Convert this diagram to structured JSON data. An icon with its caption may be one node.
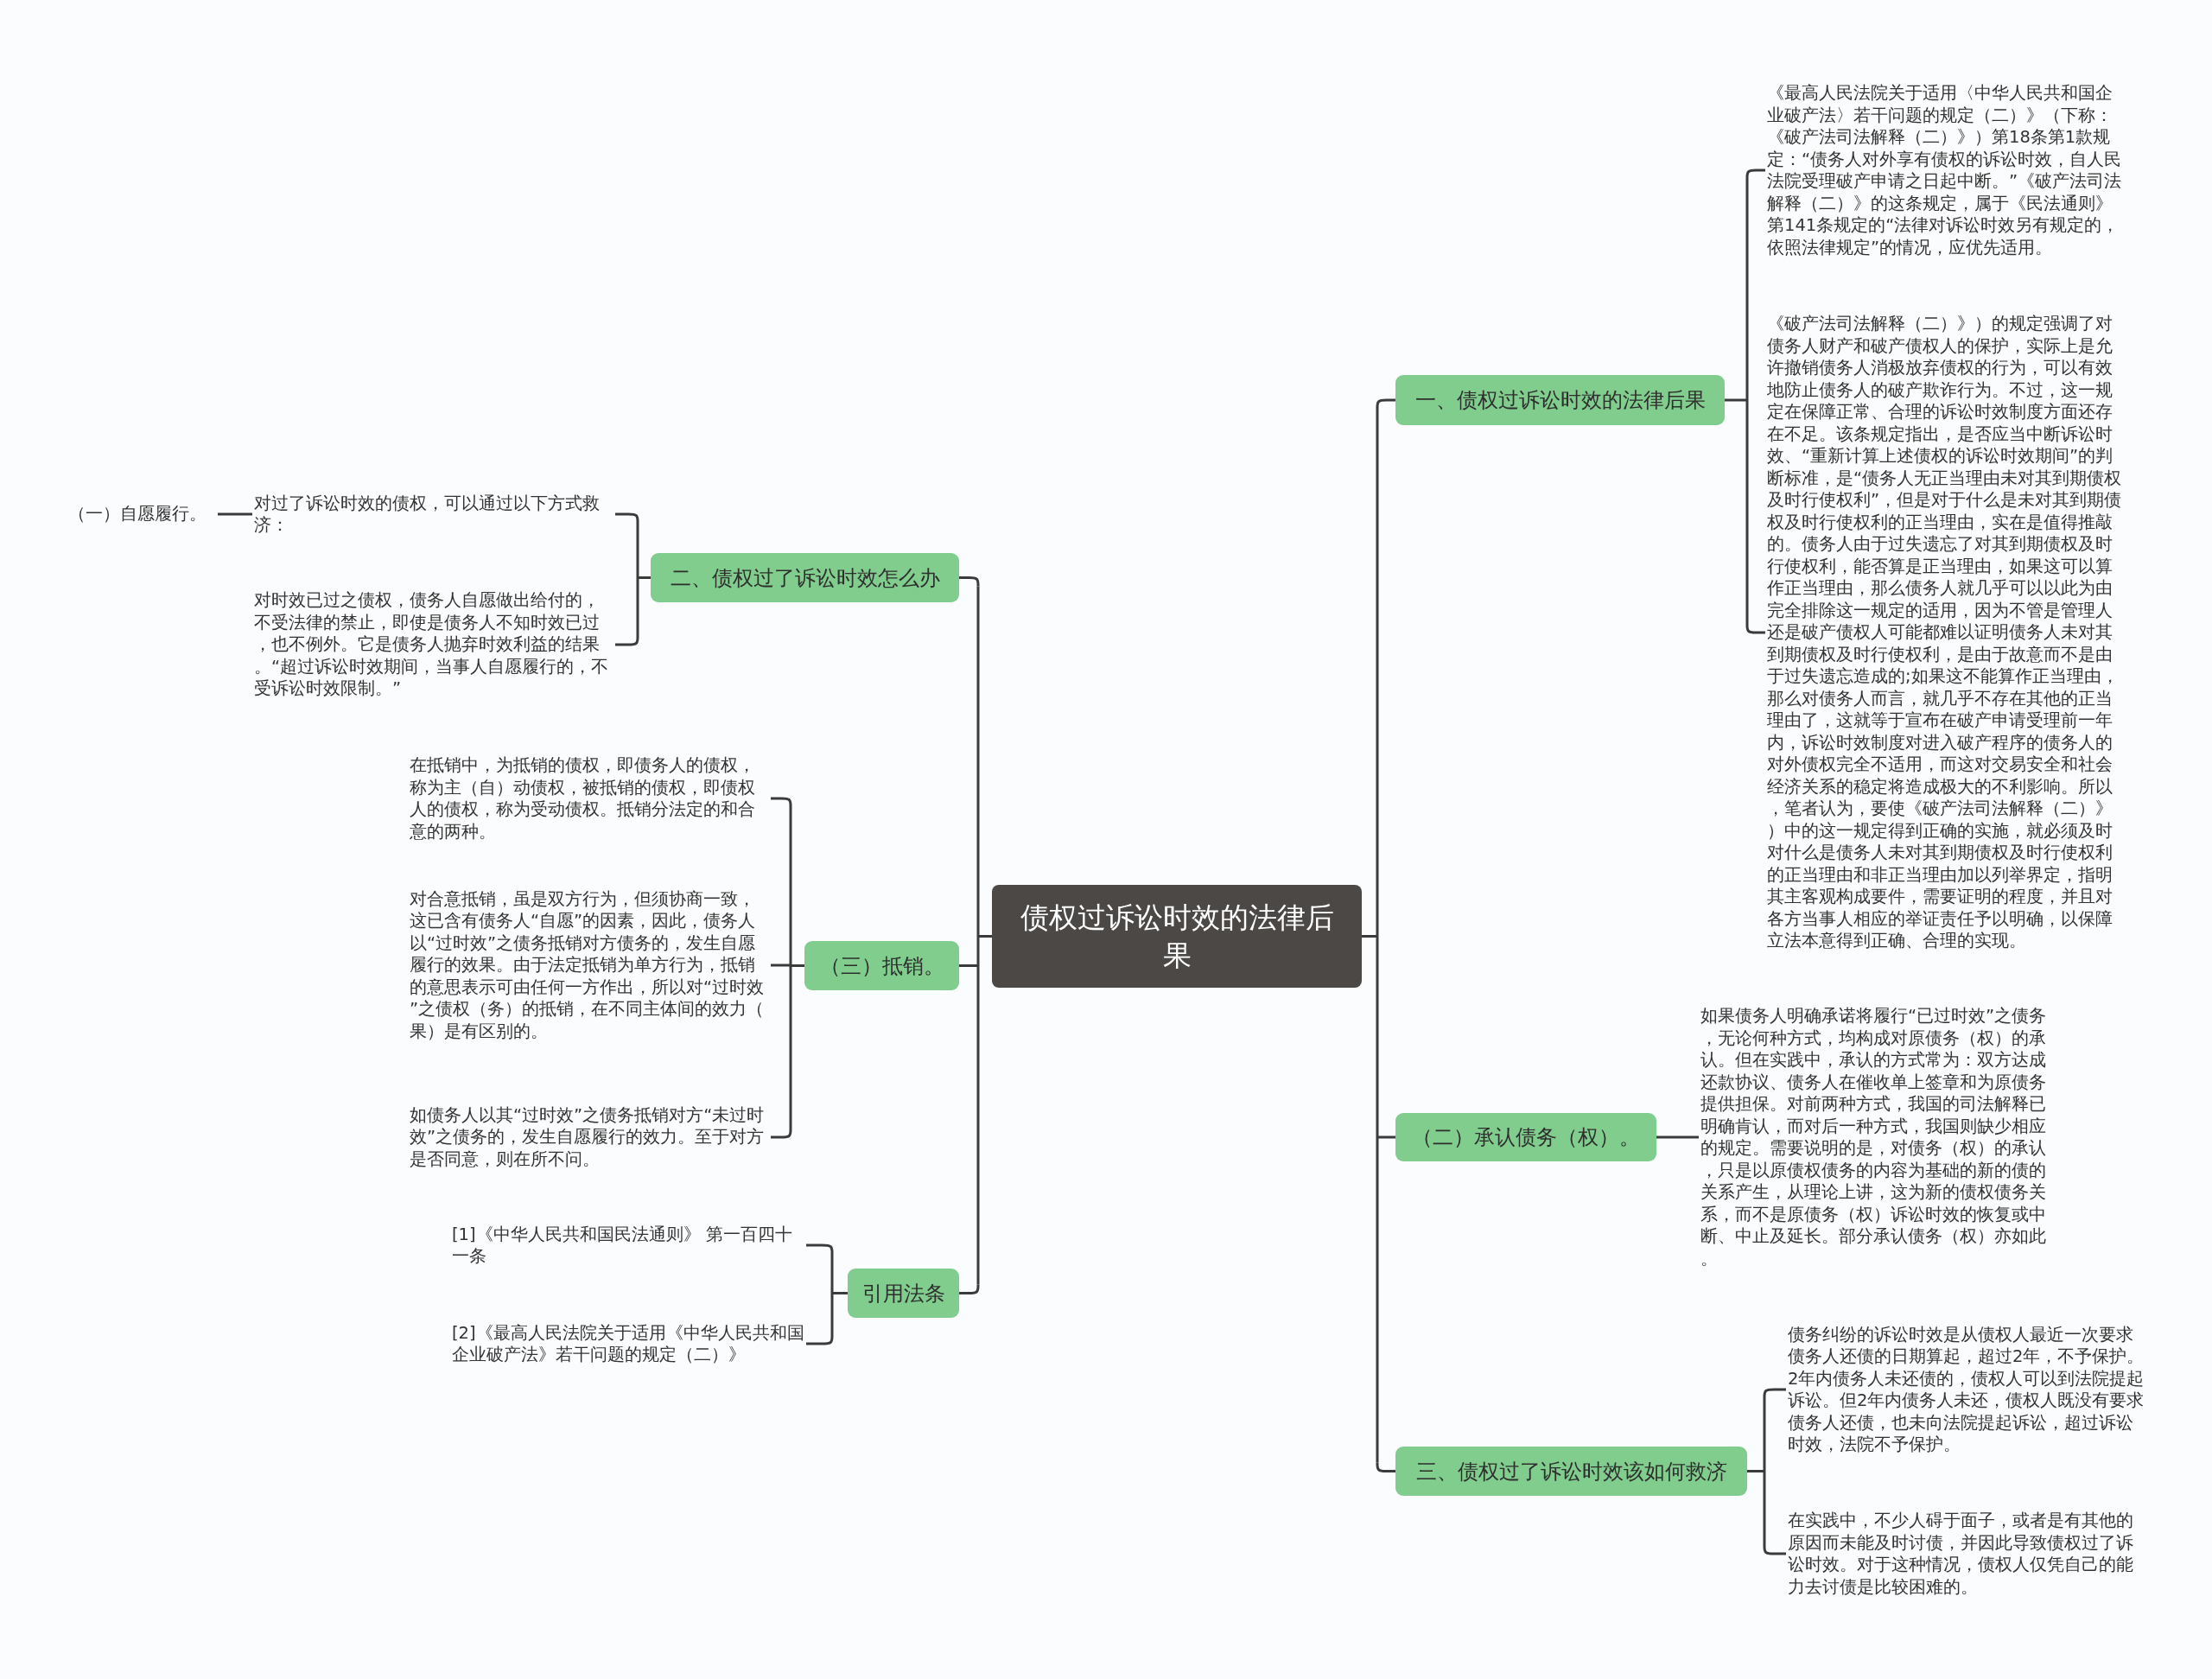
{
  "diagram": {
    "nodes": [
      {
        "text": [
          "债权过诉讼时效的法律后果"
        ]
      },
      {
        "text": [
          "一、债权过诉讼时效的法律后果"
        ]
      },
      {
        "text": [
          "《最高人民法院关于适用〈中华人民共和国企业破产法〉若干问题的规定（二）》（下称：《破产法司法解释（二）》）第18条第1款规定：“债务人对外享有债权的诉讼时效，自人民法院受理破产申请之日起中断。”《破产法司法解释（二）》的这条规定，属于《民法通则》第141条规定的“法律对诉讼时效另有规定的，依照法律规定”的情况，应优先适用。"
        ]
      },
      {
        "text": [
          "《破产法司法解释（二）》）的规定强调了对债务人财产和破产债权人的保护，实际上是允许撤销债务人消极放弃债权的行为，可以有效地防止债务人的破产欺诈行为。不过，这一规定在保障正常、合理的诉讼时效制度方面还存在不足。该条规定指出，是否应当中断诉讼时效、“重新计算上述债权的诉讼时效期间”的判断标准，是“债务人无正当理由未对其到期债权及时行使权利”，但是对于什么是未对其到期债权及时行使权利的正当理由，实在是值得推敲的。债务人由于过失遗忘了对其到期债权及时行使权利，能否算是正当理由，如果这可以算作正当理由，那么债务人就几乎可以以此为由完全排除这一规定的适用，因为不管是管理人还是破产债权人可能都难以证明债务人未对其到期债权及时行使权利，是由于故意而不是由于过失遗忘造成的;如果这不能算作正当理由，那么对债务人而言，就几乎不存在其他的正当理由了，这就等于宣布在破产申请受理前一年内，诉讼时效制度对进入破产程序的债务人的对外债权完全不适用，而这对交易安全和社会经济关系的稳定将造成极大的不利影响。所以，笔者认为，要使《破产法司法解释（二）》）中的这一规定得到正确的实施，就必须及时对什么是债务人未对其到期债权及时行使权利的正当理由和非正当理由加以列举界定，指明其主客观构成要件，需要证明的程度，并且对各方当事人相应的举证责任予以明确，以保障立法本意得到正确、合理的实现。"
        ]
      },
      {
        "text": [
          "（二）承认债务（权）。"
        ]
      },
      {
        "text": [
          "如果债务人明确承诺将履行“已过时效”之债务，无论何种方式，均构成对原债务（权）的承认。但在实践中，承认的方式常为：双方达成还款协议、债务人在催收单上签章和为原债务提供担保。对前两种方式，我国的司法解释已明确肯认，而对后一种方式，我国则缺少相应的规定。需要说明的是，对债务（权）的承认，只是以原债权债务的内容为基础的新的债的关系产生，从理论上讲，这为新的债权债务关系，而不是原债务（权）诉讼时效的恢复或中断、中止及延长。部分承认债务（权）亦如此。"
        ]
      },
      {
        "text": [
          "三、债权过了诉讼时效该如何救济"
        ]
      },
      {
        "text": [
          "债务纠纷的诉讼时效是从债权人最近一次要求债务人还债的日期算起，超过2年，不予保护。2年内债务人未还债的，债权人可以到法院提起诉讼。但2年内债务人未还，债权人既没有要求债务人还债，也未向法院提起诉讼，超过诉讼时效，法院不予保护。"
        ]
      },
      {
        "text": [
          "在实践中，不少人碍于面子，或者是有其他的原因而未能及时讨债，并因此导致债权过了诉讼时效。对于这种情况，债权人仅凭自己的能力去讨债是比较困难的。"
        ]
      },
      {
        "text": [
          "二、债权过了诉讼时效怎么办"
        ]
      },
      {
        "text": [
          "对过了诉讼时效的债权，可以通过以下方式救济："
        ]
      },
      {
        "text": [
          "（一）自愿履行。"
        ]
      },
      {
        "text": [
          "对时效已过之债权，债务人自愿做出给付的，不受法律的禁止，即使是债务人不知时效已过，也不例外。它是债务人抛弃时效利益的结果。“超过诉讼时效期间，当事人自愿履行的，不受诉讼时效限制。”"
        ]
      },
      {
        "text": [
          "（三）抵销。"
        ]
      },
      {
        "text": [
          "在抵销中，为抵销的债权，即债务人的债权，称为主（自）动债权，被抵销的债权，即债权人的债权，称为受动债权。抵销分法定的和合意的两种。"
        ]
      },
      {
        "text": [
          "对合意抵销，虽是双方行为，但须协商一致，这已含有债务人“自愿”的因素，因此，债务人以“过时效”之债务抵销对方债务的，发生自愿履行的效果。由于法定抵销为单方行为，抵销的意思表示可由任何一方作出，所以对“过时效”之债权（务）的抵销，在不同主体间的效力（果）是有区别的。"
        ]
      },
      {
        "text": [
          "如债务人以其“过时效”之债务抵销对方“未过时效”之债务的，发生自愿履行的效力。至于对方是否同意，则在所不问。"
        ]
      },
      {
        "text": [
          "引用法条"
        ]
      },
      {
        "text": [
          "[1]《中华人民共和国民法通则》 第一百四十一条"
        ]
      },
      {
        "text": [
          "[2]《最高人民法院关于适用《中华人民共和国企业破产法》若干问题的规定（二）》"
        ]
      }
    ],
    "edges": [
      {
        "from": 0,
        "to": 1,
        "arrow": "none"
      },
      {
        "from": 0,
        "to": 4,
        "arrow": "none"
      },
      {
        "from": 0,
        "to": 6,
        "arrow": "none"
      },
      {
        "from": 0,
        "to": 9,
        "arrow": "none"
      },
      {
        "from": 0,
        "to": 13,
        "arrow": "none"
      },
      {
        "from": 0,
        "to": 17,
        "arrow": "none"
      },
      {
        "from": 1,
        "to": 2,
        "arrow": "none"
      },
      {
        "from": 1,
        "to": 3,
        "arrow": "none"
      },
      {
        "from": 4,
        "to": 5,
        "arrow": "none"
      },
      {
        "from": 6,
        "to": 7,
        "arrow": "none"
      },
      {
        "from": 6,
        "to": 8,
        "arrow": "none"
      },
      {
        "from": 9,
        "to": 10,
        "arrow": "none"
      },
      {
        "from": 9,
        "to": 12,
        "arrow": "none"
      },
      {
        "from": 10,
        "to": 11,
        "arrow": "none"
      },
      {
        "from": 13,
        "to": 14,
        "arrow": "none"
      },
      {
        "from": 13,
        "to": 15,
        "arrow": "none"
      },
      {
        "from": 13,
        "to": 16,
        "arrow": "none"
      },
      {
        "from": 17,
        "to": 18,
        "arrow": "none"
      },
      {
        "from": 17,
        "to": 19,
        "arrow": "none"
      }
    ]
  }
}
